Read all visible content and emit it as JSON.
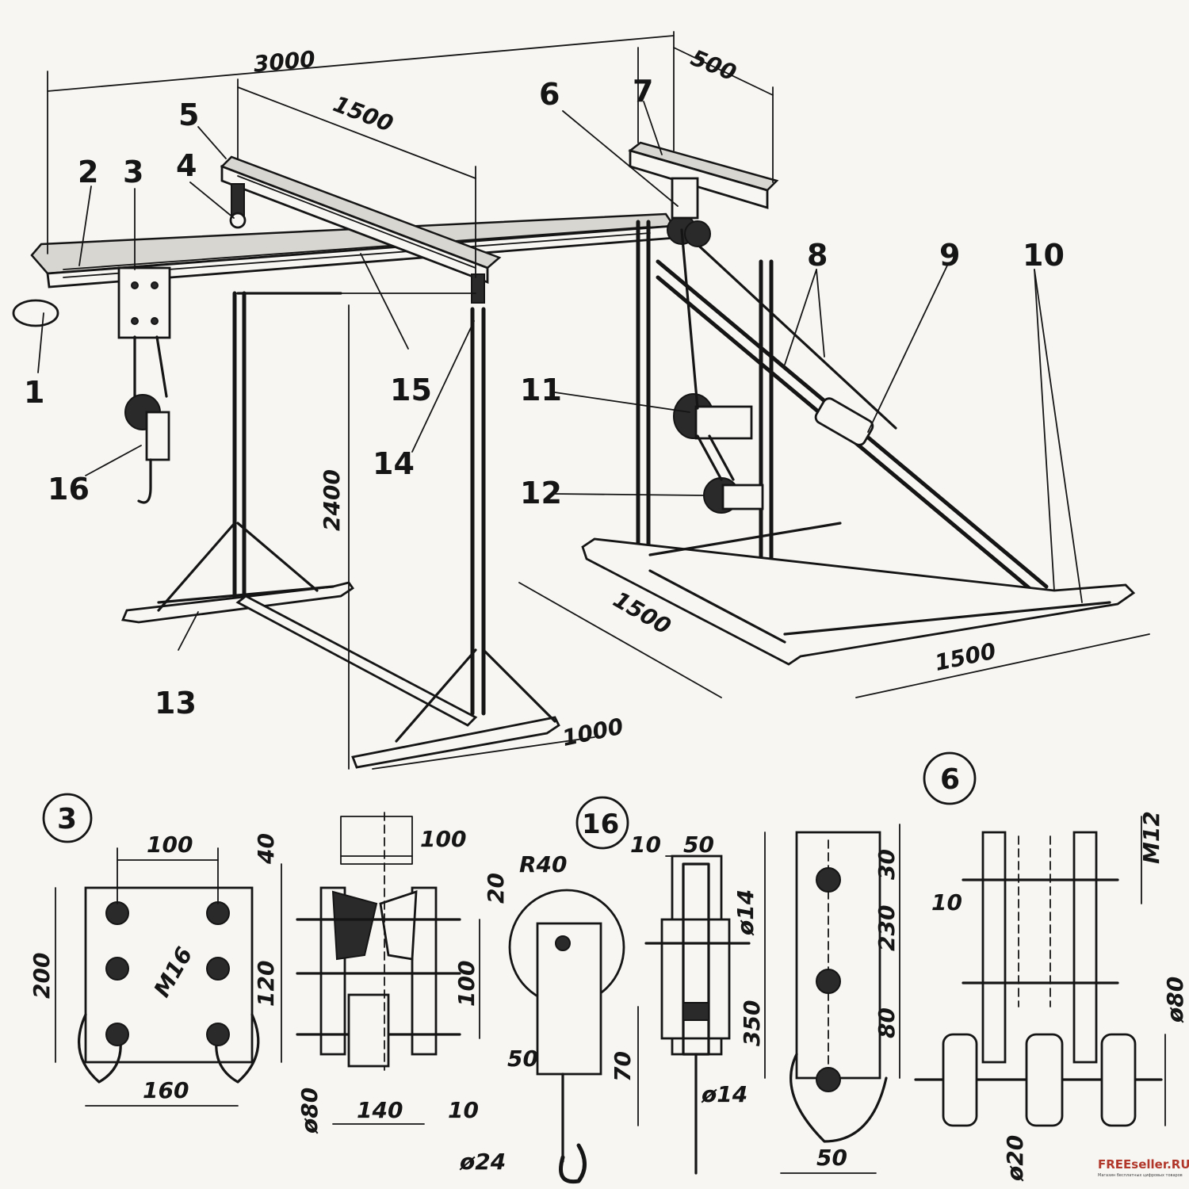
{
  "part_numbers": [
    "1",
    "2",
    "3",
    "4",
    "5",
    "6",
    "7",
    "8",
    "9",
    "10",
    "11",
    "12",
    "13",
    "14",
    "15",
    "16"
  ],
  "dimensions_main": {
    "total_length": "3000",
    "beam_span": "1500",
    "overhang": "500",
    "height": "2400",
    "base_depth": "1500",
    "base_width": "1500",
    "leg_width": "1000"
  },
  "detail_3": {
    "callout": "3",
    "dims": [
      "100",
      "40",
      "200",
      "M16",
      "120",
      "160",
      "100",
      "ø80",
      "140",
      "10"
    ]
  },
  "detail_16": {
    "callout": "16",
    "dims": [
      "R40",
      "20",
      "100",
      "50",
      "70",
      "ø24",
      "10",
      "50",
      "ø14",
      "ø14"
    ]
  },
  "detail_6": {
    "callout": "6",
    "dims": [
      "30",
      "230",
      "350",
      "80",
      "50",
      "M12",
      "10",
      "ø80",
      "ø20"
    ]
  },
  "watermark": {
    "brand": "FREEseller.RU",
    "tagline": "Магазин бесплатных цифровых товаров"
  }
}
